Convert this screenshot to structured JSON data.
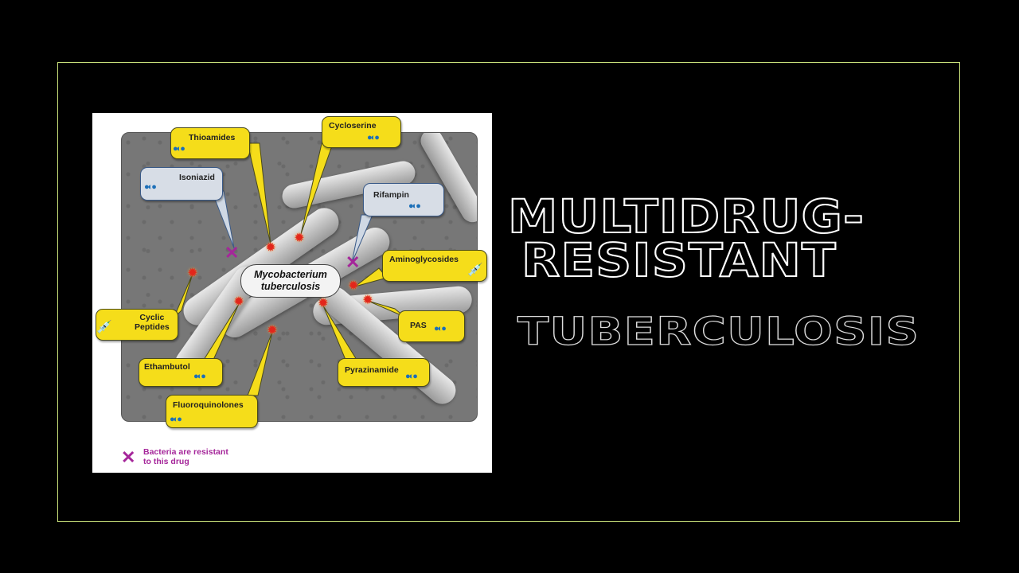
{
  "title": {
    "line1": "MULTIDRUG-",
    "line2": "RESISTANT",
    "line3": "TUBERCULOSIS"
  },
  "colors": {
    "frame_border": "#c8e07a",
    "callout_yellow": "#f5dd1a",
    "callout_blue": "#d7dde6",
    "resistant_mark": "#a5269a",
    "target_burst": "#e2261b",
    "background": "#000000"
  },
  "diagram": {
    "center_label": {
      "line1": "Mycobacterium",
      "line2": "tuberculosis"
    },
    "resistant_drugs": [
      {
        "label": "Isoniazid",
        "icon": "pill-icon"
      },
      {
        "label": "Rifampin",
        "icon": "pill-icon"
      }
    ],
    "effective_drugs": [
      {
        "label": "Thioamides",
        "icon": "pill-icon"
      },
      {
        "label": "Cycloserine",
        "icon": "pill-icon"
      },
      {
        "label": "Aminoglycosides",
        "icon": "syringe-icon"
      },
      {
        "label": "Cyclic Peptides",
        "line1": "Cyclic",
        "line2": "Peptides",
        "icon": "syringe-icon"
      },
      {
        "label": "PAS",
        "icon": "pill-icon"
      },
      {
        "label": "Ethambutol",
        "icon": "pill-icon"
      },
      {
        "label": "Pyrazinamide",
        "icon": "pill-icon"
      },
      {
        "label": "Fluoroquinolones",
        "icon": "pill-icon"
      }
    ],
    "legend": {
      "symbol": "✕",
      "text_line1": "Bacteria are resistant",
      "text_line2": "to this drug"
    },
    "icons": {
      "pill": "●◐●",
      "syringe": "💉",
      "burst": "✹",
      "x": "✕"
    }
  }
}
